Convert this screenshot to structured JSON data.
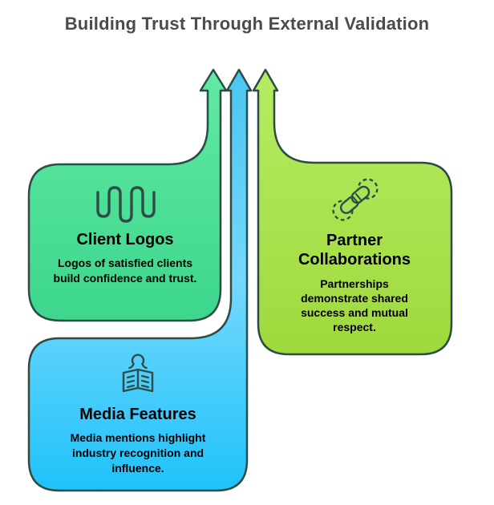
{
  "title": "Building Trust Through External Validation",
  "cards": [
    {
      "title": "Client Logos",
      "body": "Logos of satisfied clients build confidence and trust.",
      "icon": "waveform-logo-icon",
      "fill_top": "#62eaa4",
      "fill_bottom": "#3cd68c"
    },
    {
      "title": "Partner Collaborations",
      "body": "Partnerships demonstrate shared success and mutual respect.",
      "icon": "handshake-gears-icon",
      "fill_top": "#b7ec63",
      "fill_bottom": "#9fd93c"
    },
    {
      "title": "Media Features",
      "body": "Media mentions highlight industry recognition and influence.",
      "icon": "newspaper-reader-icon",
      "fill_top": "#66d5fb",
      "fill_bottom": "#1fc2fa"
    }
  ],
  "colors": {
    "outline": "#2e4c46",
    "title_text": "#4b4b4b",
    "background": "#ffffff"
  }
}
